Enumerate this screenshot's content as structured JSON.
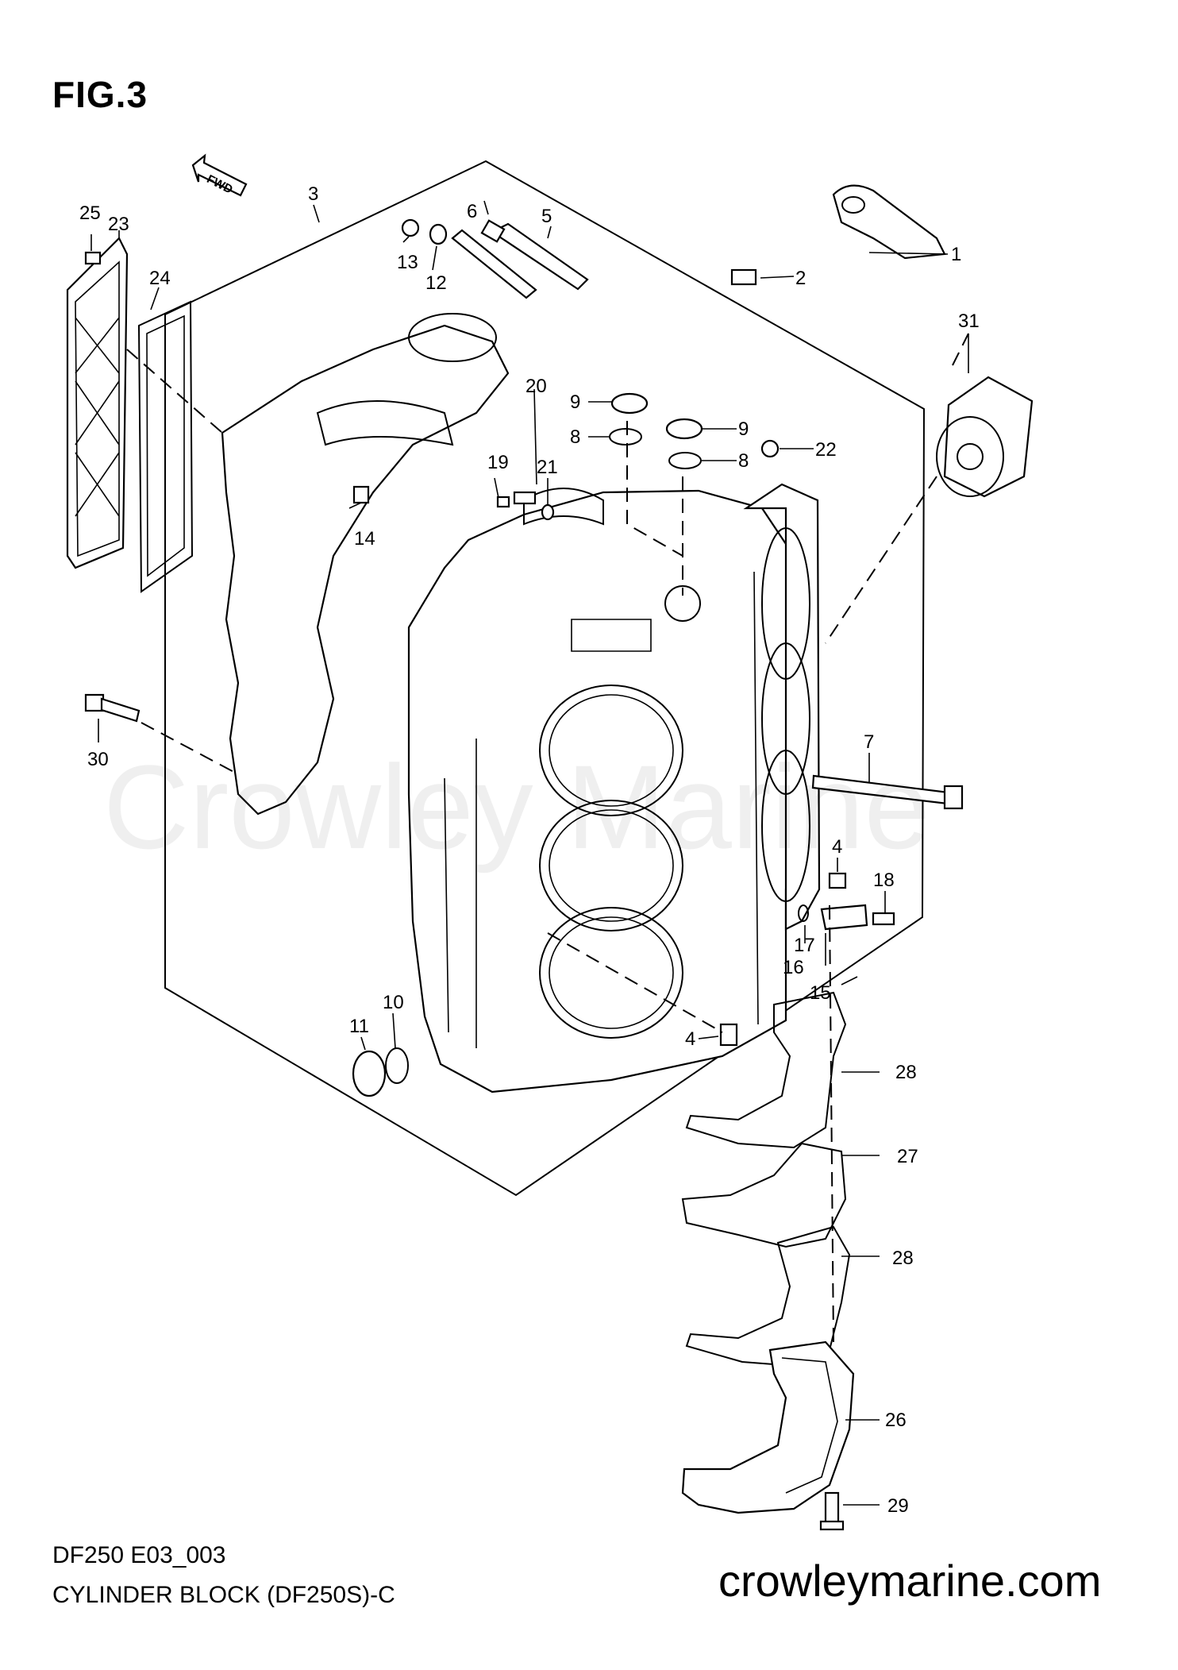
{
  "figure_label": "FIG.3",
  "fwd_label": "FWD",
  "model_code": "DF250 E03_003",
  "diagram_title": "CYLINDER BLOCK (DF250S)-C",
  "website": "crowleymarine.com",
  "watermark": "Crowley Marine",
  "callouts": [
    "1",
    "2",
    "3",
    "4",
    "4",
    "5",
    "6",
    "7",
    "8",
    "8",
    "9",
    "9",
    "10",
    "11",
    "12",
    "13",
    "14",
    "15",
    "16",
    "17",
    "18",
    "19",
    "20",
    "21",
    "22",
    "23",
    "24",
    "25",
    "26",
    "27",
    "28",
    "28",
    "29",
    "30",
    "31"
  ]
}
